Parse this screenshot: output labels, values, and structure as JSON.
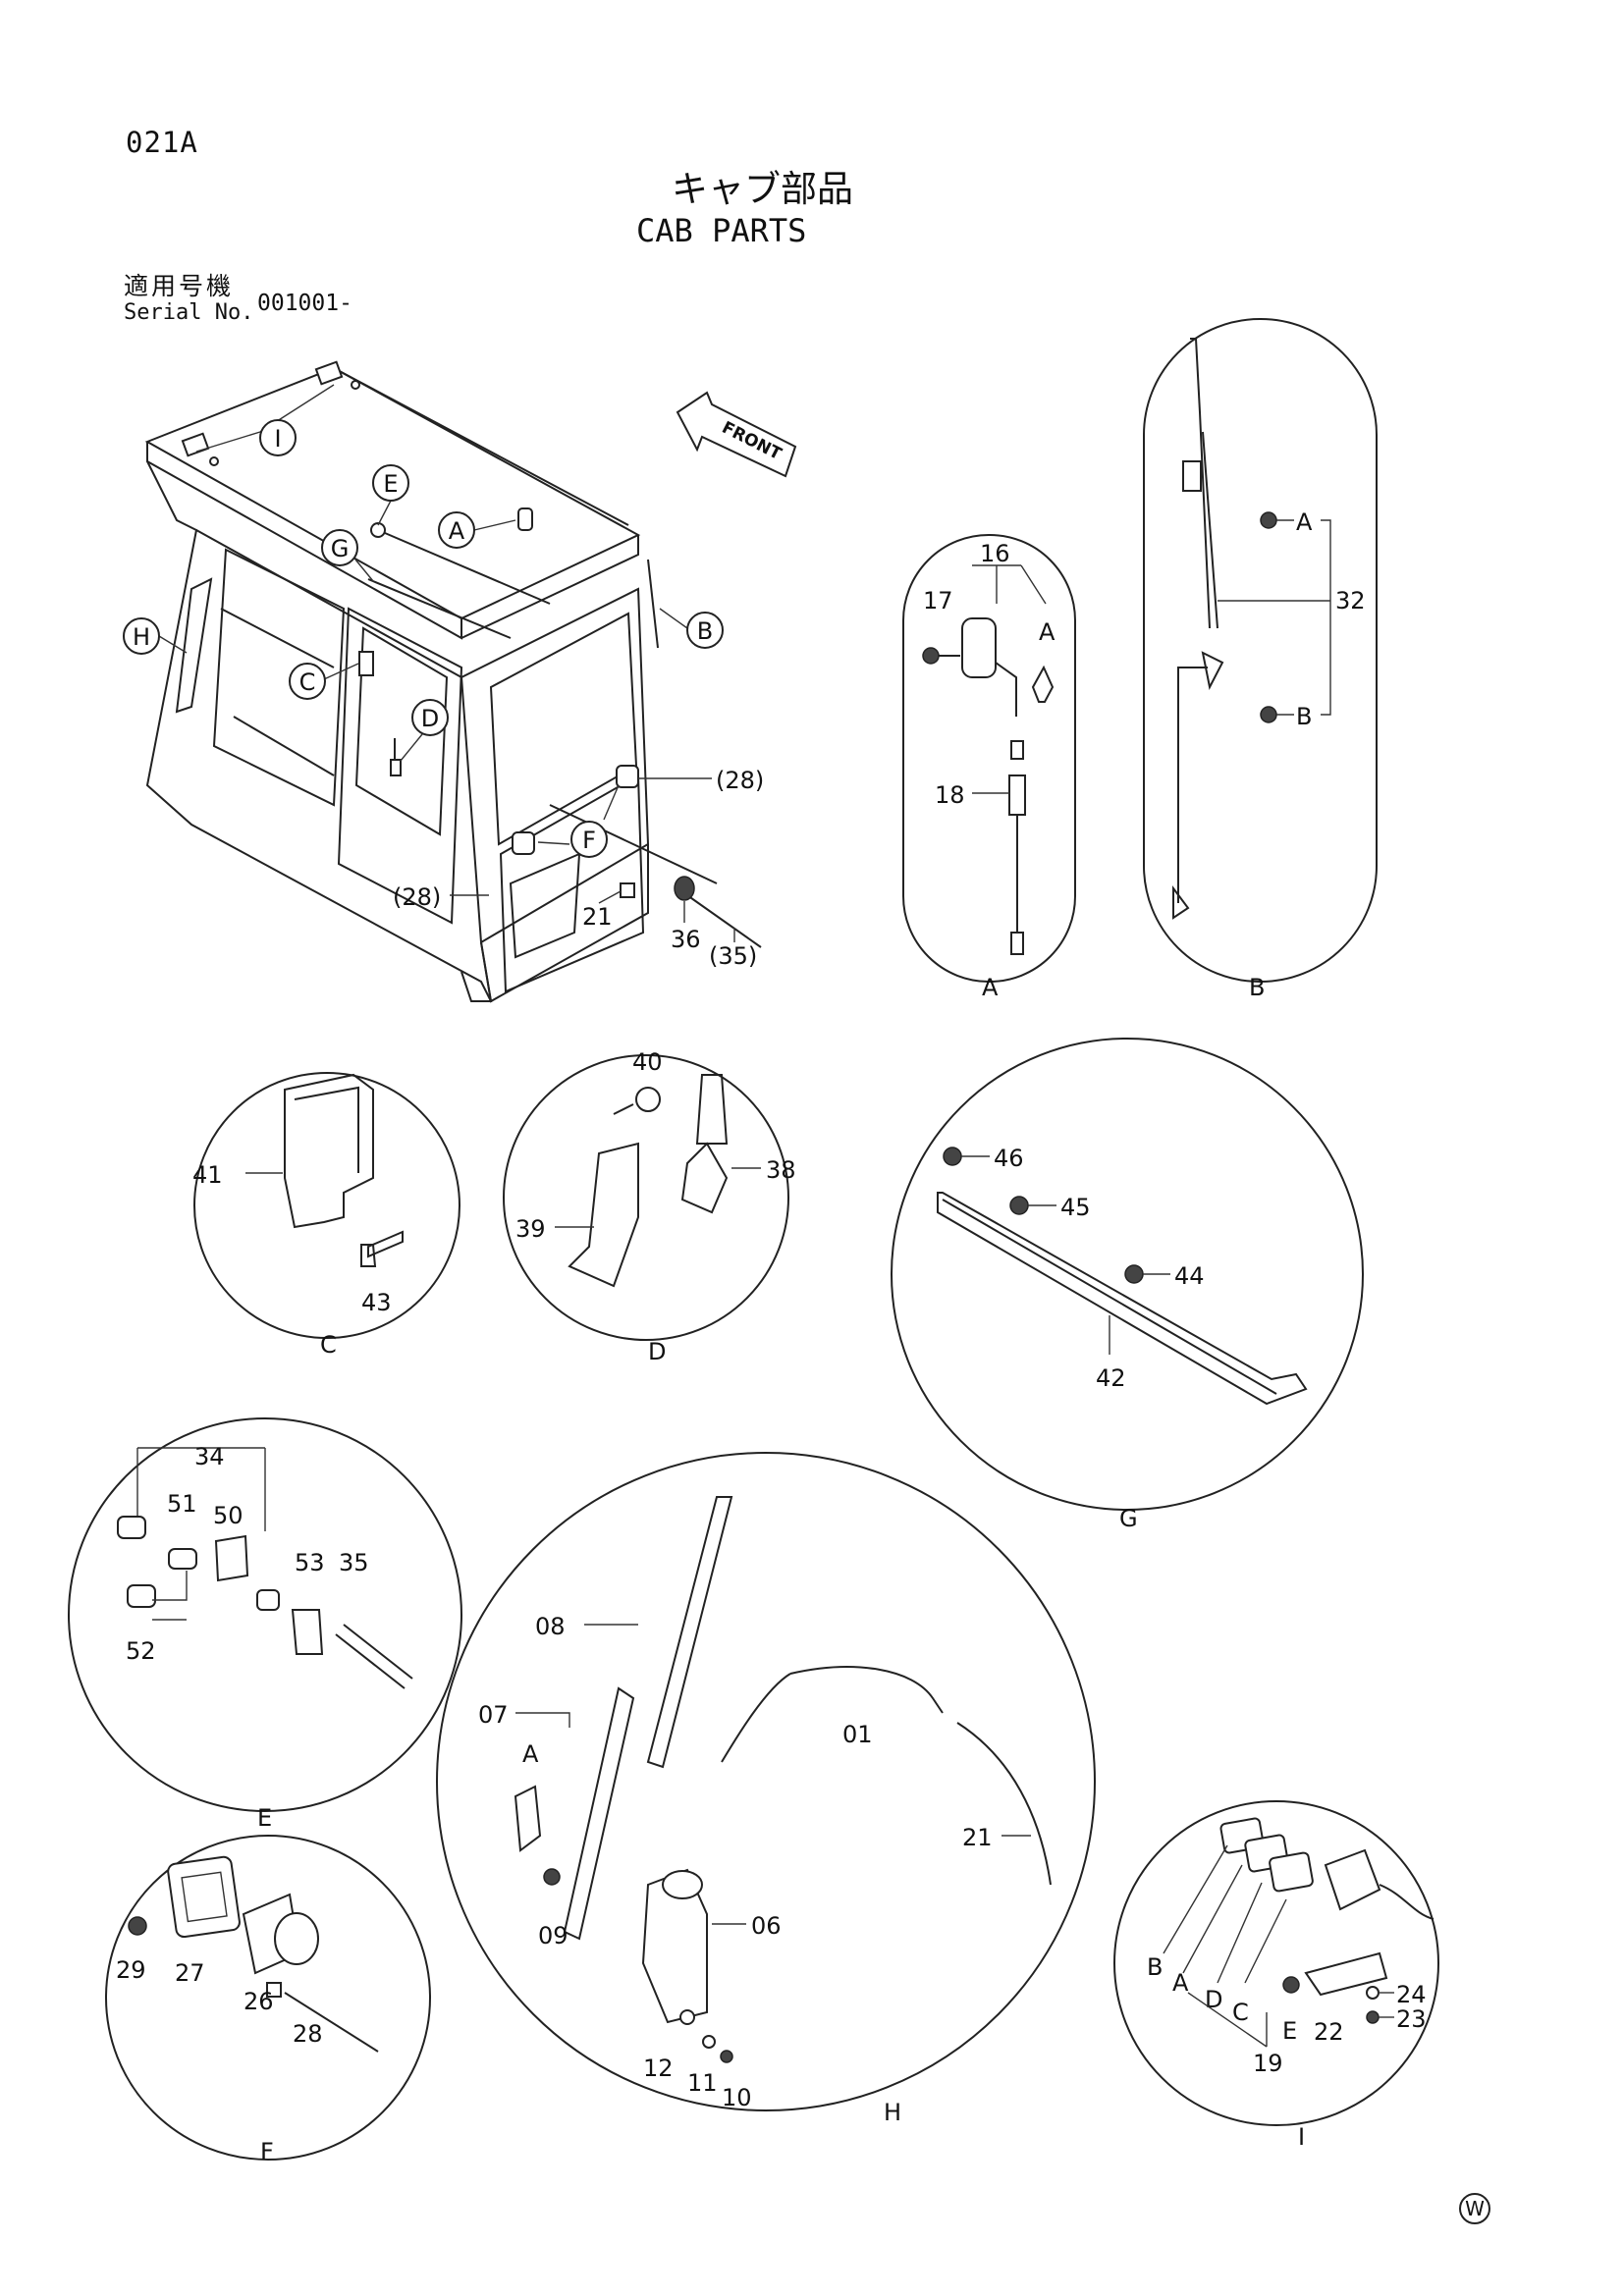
{
  "header": {
    "page_code": "021A",
    "title_ja": "キャブ部品",
    "title_en": "CAB PARTS",
    "serial_label_ja": "適用号機",
    "serial_label_en": "Serial No.",
    "serial_value": "001001-"
  },
  "main_view": {
    "direction_label": "FRONT",
    "callouts": [
      "I",
      "E",
      "A",
      "G",
      "B",
      "H",
      "C",
      "D",
      "F"
    ],
    "part_refs": [
      "(28)",
      "(28)",
      "21",
      "36",
      "(35)"
    ]
  },
  "detail_A": {
    "label": "A",
    "parts": [
      "16",
      "17",
      "A",
      "18"
    ]
  },
  "detail_B": {
    "label": "B",
    "parts": [
      "A",
      "32",
      "B"
    ]
  },
  "detail_C": {
    "label": "C",
    "parts": [
      "41",
      "43"
    ]
  },
  "detail_D": {
    "label": "D",
    "parts": [
      "40",
      "38",
      "39"
    ]
  },
  "detail_G": {
    "label": "G",
    "parts": [
      "46",
      "45",
      "44",
      "42"
    ]
  },
  "detail_E": {
    "label": "E",
    "parts": [
      "34",
      "51",
      "50",
      "53",
      "35",
      "52"
    ]
  },
  "detail_H": {
    "label": "H",
    "parts": [
      "08",
      "07",
      "A",
      "01",
      "21",
      "09",
      "06",
      "12",
      "11",
      "10"
    ]
  },
  "detail_F": {
    "label": "F",
    "parts": [
      "29",
      "27",
      "26",
      "28"
    ]
  },
  "detail_I": {
    "label": "I",
    "parts": [
      "B",
      "A",
      "D",
      "C",
      "E",
      "22",
      "24",
      "23",
      "19"
    ]
  },
  "watermark": "W"
}
